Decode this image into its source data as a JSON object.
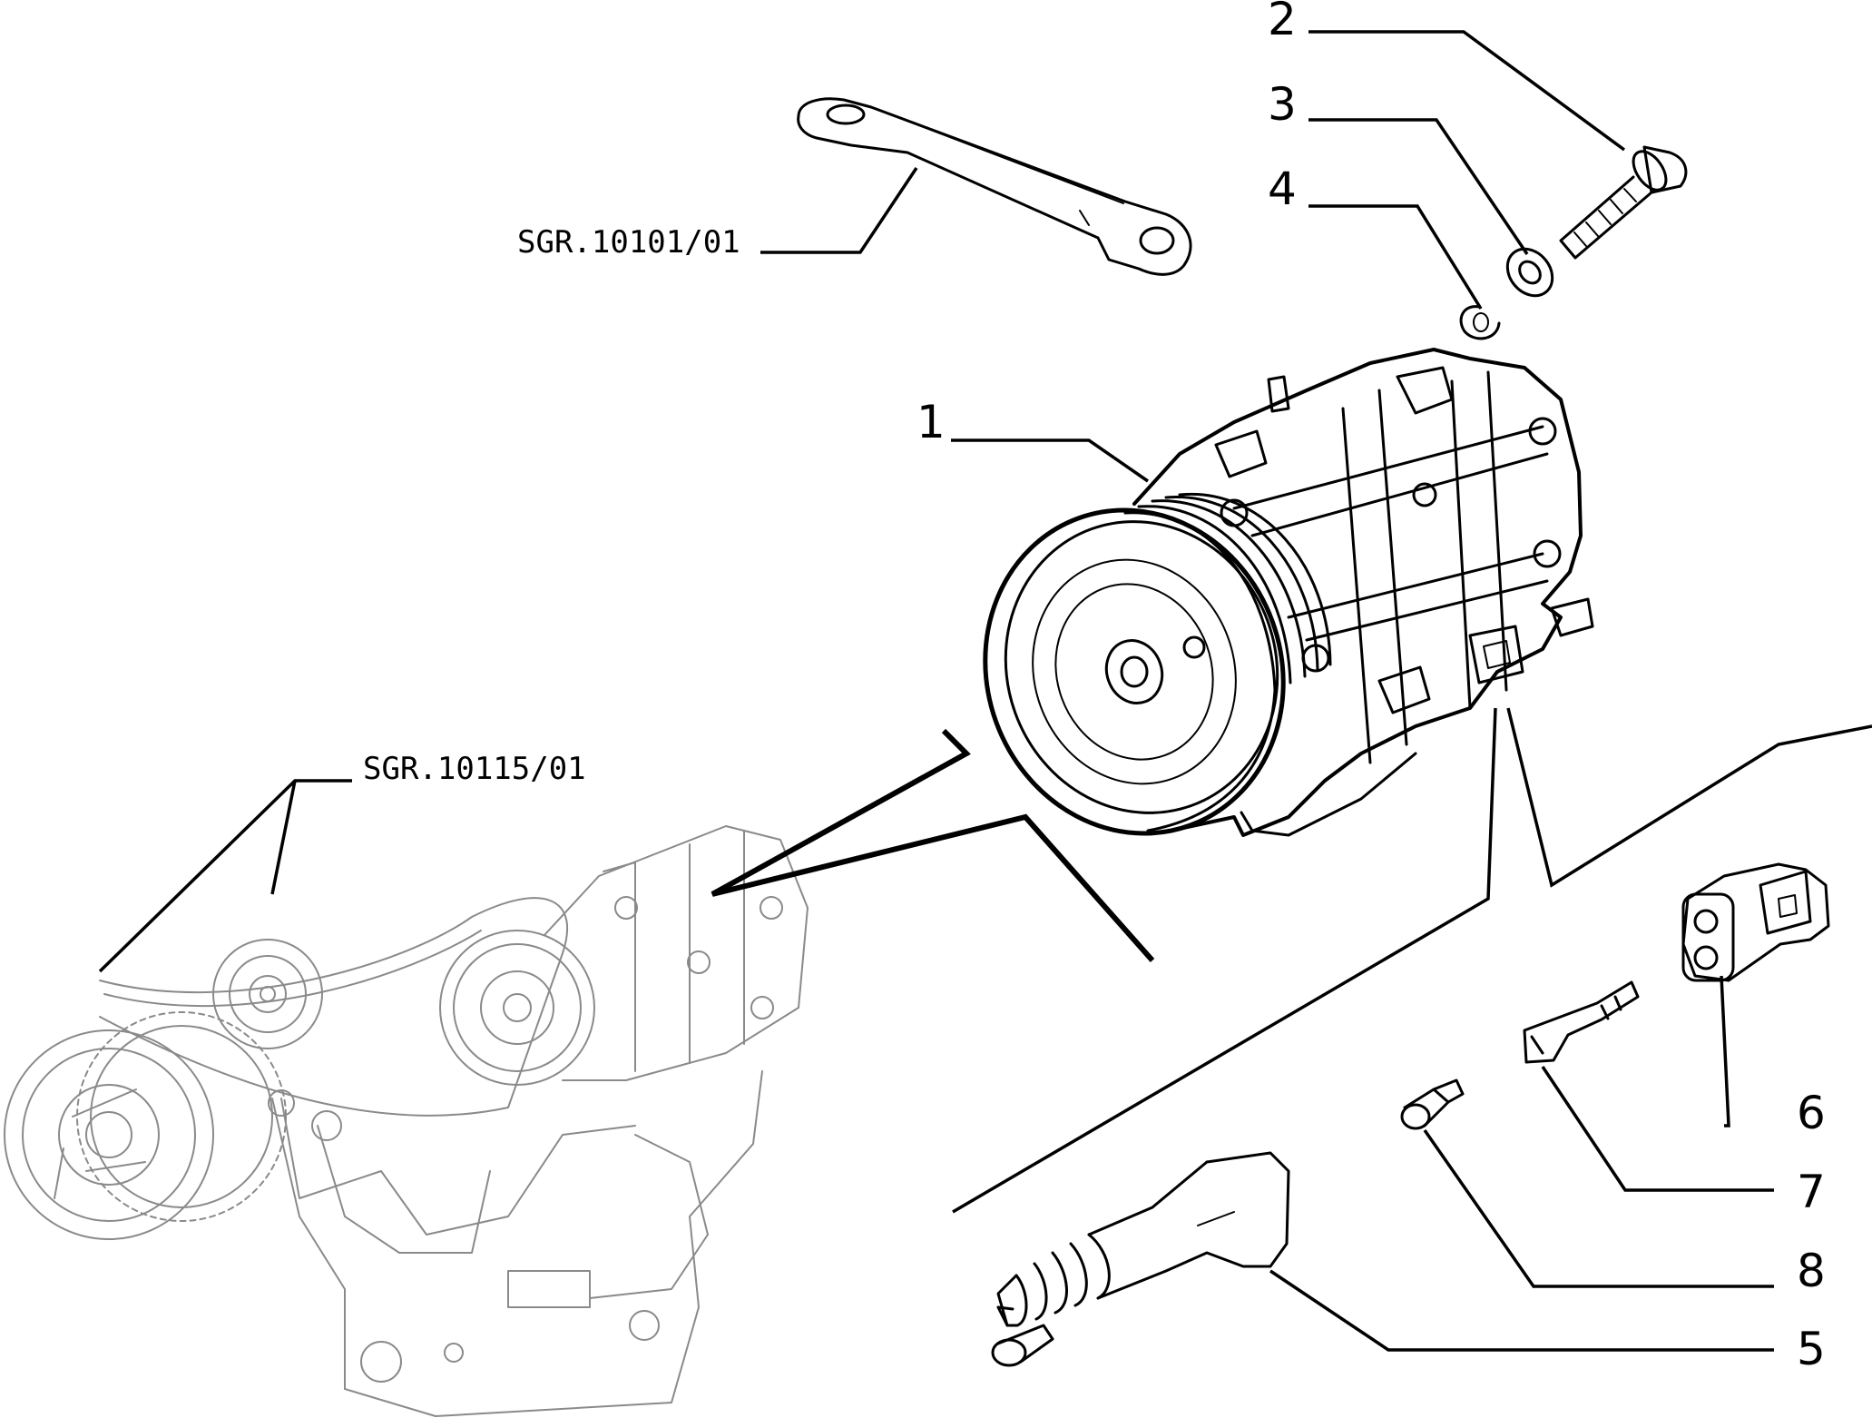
{
  "diagram": {
    "callouts": [
      {
        "id": "1",
        "text": "1"
      },
      {
        "id": "2",
        "text": "2"
      },
      {
        "id": "3",
        "text": "3"
      },
      {
        "id": "4",
        "text": "4"
      },
      {
        "id": "5",
        "text": "5"
      },
      {
        "id": "6",
        "text": "6"
      },
      {
        "id": "7",
        "text": "7"
      },
      {
        "id": "8",
        "text": "8"
      }
    ],
    "references": {
      "bracket": "SGR.10101/01",
      "engine": "SGR.10115/01"
    }
  }
}
